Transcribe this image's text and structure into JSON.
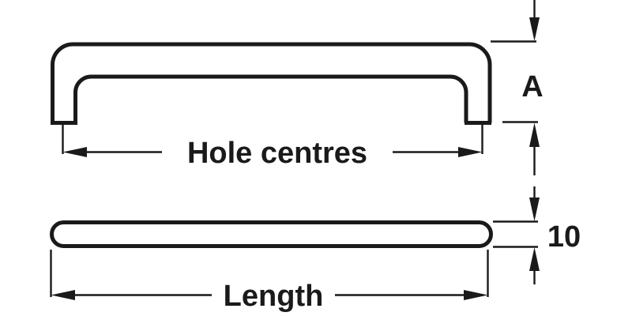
{
  "drawing": {
    "title": "Handle dimension drawing",
    "background_color": "#ffffff",
    "line_color": "#1a1a1a",
    "views": [
      {
        "name": "side-elevation",
        "description": "D-shaped bar handle seen from the side with two legs"
      },
      {
        "name": "plan-view",
        "description": "Handle bar seen from the front as a rounded bar"
      }
    ]
  },
  "dimensions": {
    "hole_centres": {
      "label": "Hole centres",
      "orientation": "horizontal",
      "view": "side-elevation"
    },
    "length": {
      "label": "Length",
      "orientation": "horizontal",
      "view": "plan-view"
    },
    "projection": {
      "label": "A",
      "orientation": "vertical",
      "view": "side-elevation"
    },
    "bar_thickness": {
      "label": "10",
      "orientation": "vertical",
      "view": "plan-view"
    }
  }
}
